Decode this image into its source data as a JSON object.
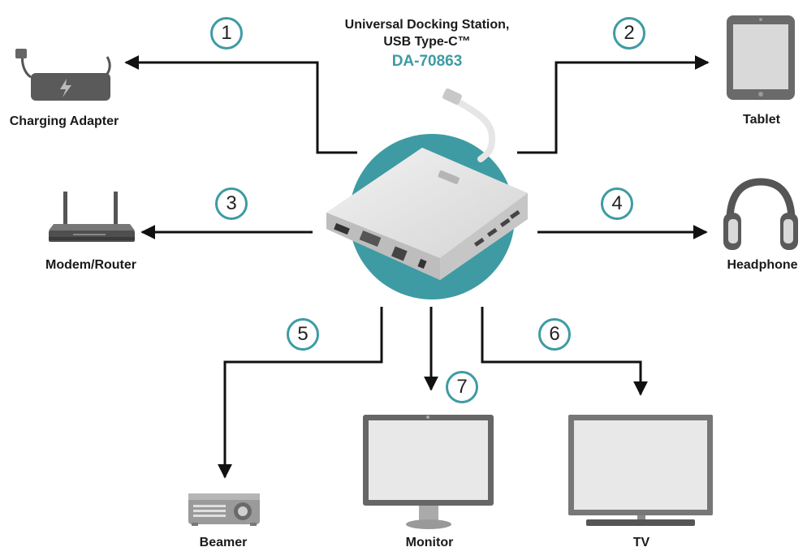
{
  "title": {
    "line1": "Universal Docking Station,",
    "line2": "USB Type-C™",
    "model": "DA-70863"
  },
  "colors": {
    "accent": "#3e9ba3",
    "arrow": "#111111",
    "device_gray": "#5a5a5a"
  },
  "connections": [
    {
      "number": "1",
      "device": "Charging Adapter",
      "icon": "charging-adapter-icon"
    },
    {
      "number": "2",
      "device": "Tablet",
      "icon": "tablet-icon"
    },
    {
      "number": "3",
      "device": "Modem/Router",
      "icon": "router-icon"
    },
    {
      "number": "4",
      "device": "Headphone",
      "icon": "headphone-icon"
    },
    {
      "number": "5",
      "device": "Beamer",
      "icon": "projector-icon"
    },
    {
      "number": "6",
      "device": "TV",
      "icon": "tv-icon"
    },
    {
      "number": "7",
      "device": "Monitor",
      "icon": "monitor-icon"
    }
  ]
}
